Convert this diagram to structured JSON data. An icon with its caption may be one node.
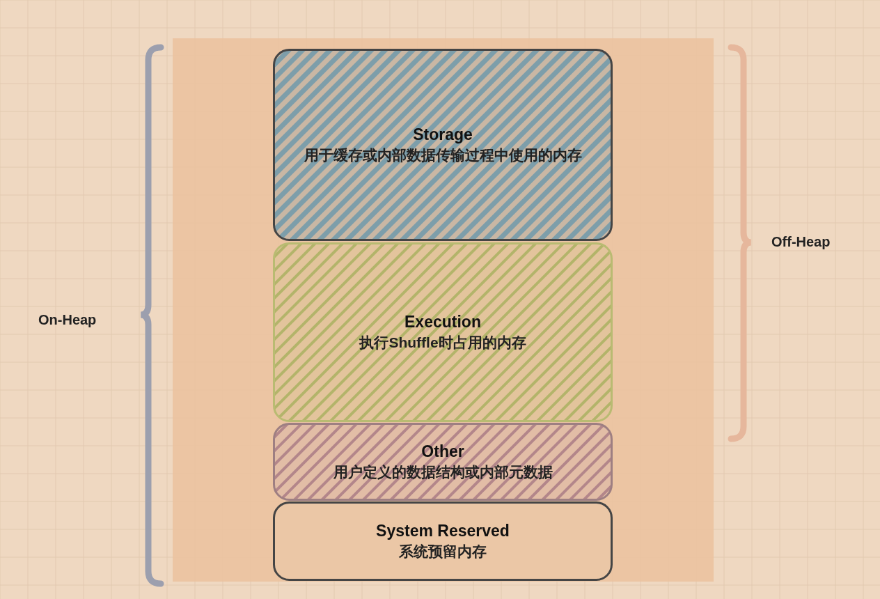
{
  "diagram": {
    "nodes": [
      {
        "text": [
          "Storage",
          "用于缓存或内部数据传输过程中使用的内存"
        ]
      },
      {
        "text": [
          "Execution",
          "执行Shuffle时占用的内存"
        ]
      },
      {
        "text": [
          "Other",
          "用户定义的数据结构或内部元数据"
        ]
      },
      {
        "text": [
          "System Reserved",
          "系统预留内存"
        ]
      }
    ],
    "labels": [
      "On-Heap",
      "Off-Heap"
    ]
  }
}
